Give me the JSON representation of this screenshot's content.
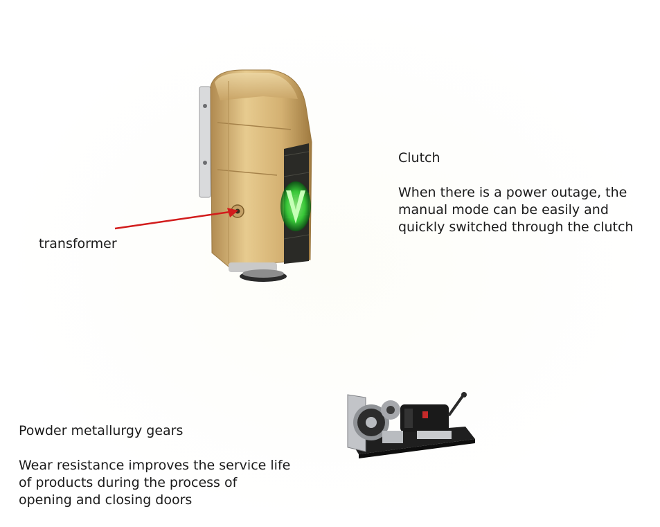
{
  "clutch": {
    "title": "Clutch",
    "description_lines": [
      "When there is a power outage, the",
      "manual mode can be easily and",
      "quickly switched through the clutch"
    ]
  },
  "callout": {
    "label": "transformer"
  },
  "gears": {
    "title": "Powder metallurgy gears",
    "description_lines": [
      "Wear resistance improves the service life",
      "of products during the process of",
      "opening and closing doors"
    ]
  },
  "colors": {
    "housing_gold": "#d9b878",
    "housing_shadow": "#a8834a",
    "accent_green": "#39e23a",
    "arrow_red": "#d21c1c",
    "gearbox_black": "#1c1c1c",
    "gearbox_silver": "#b9bcc0"
  },
  "icons": {
    "motor": "gold-motor-housing-illustration",
    "gearbox": "gearbox-mechanism-illustration",
    "arrow": "red-callout-arrow"
  }
}
